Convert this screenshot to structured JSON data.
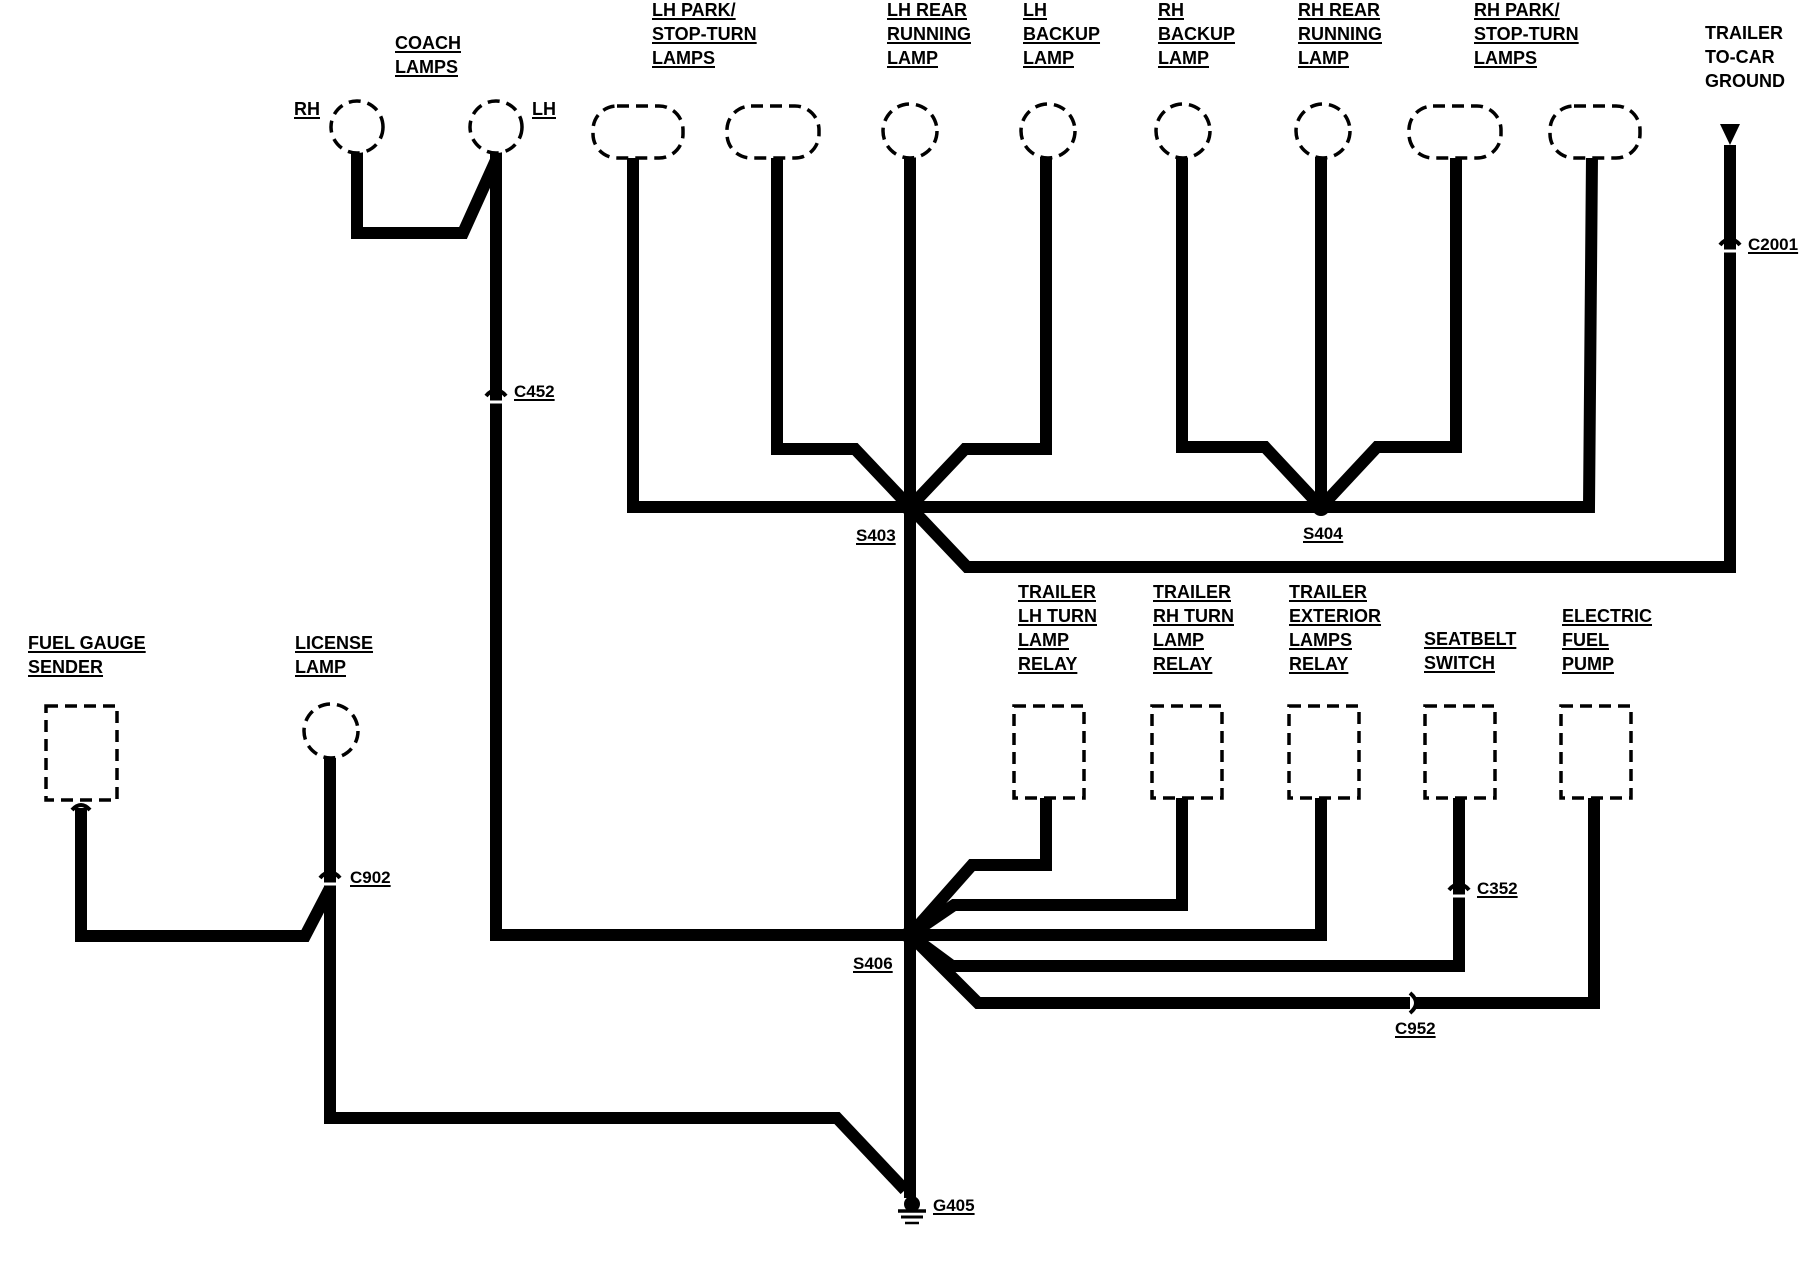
{
  "components": {
    "coach_lamps": "COACH\nLAMPS",
    "coach_rh": "RH",
    "coach_lh": "LH",
    "lh_park": "LH PARK/\nSTOP-TURN\nLAMPS",
    "lh_rear_running": "LH REAR\nRUNNING\nLAMP",
    "lh_backup": "LH\nBACKUP\nLAMP",
    "rh_backup": "RH\nBACKUP\nLAMP",
    "rh_rear_running": "RH REAR\nRUNNING\nLAMP",
    "rh_park": "RH PARK/\nSTOP-TURN\nLAMPS",
    "trailer_ground": "TRAILER\nTO-CAR\nGROUND",
    "fuel_gauge": "FUEL GAUGE\nSENDER",
    "license_lamp": "LICENSE\nLAMP",
    "trailer_lh_relay": "TRAILER\nLH TURN\nLAMP\nRELAY",
    "trailer_rh_relay": "TRAILER\nRH TURN\nLAMP\nRELAY",
    "trailer_ext_relay": "TRAILER\nEXTERIOR\nLAMPS\nRELAY",
    "seatbelt": "SEATBELT\nSWITCH",
    "fuel_pump": "ELECTRIC\nFUEL\nPUMP"
  },
  "refs": {
    "c452": "C452",
    "c2001": "C2001",
    "s403": "S403",
    "s404": "S404",
    "s406": "S406",
    "c902": "C902",
    "c352": "C352",
    "c952": "C952",
    "g405": "G405"
  }
}
